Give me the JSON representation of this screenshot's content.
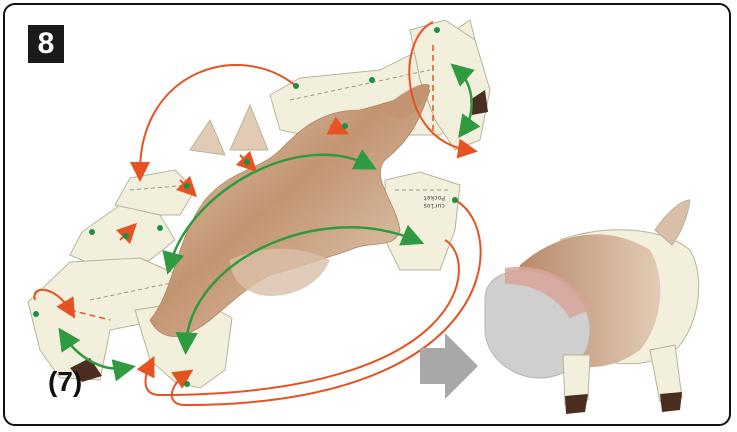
{
  "step": {
    "number": "8"
  },
  "reference": {
    "label": "(7)"
  },
  "part_label_snippet": {
    "line1": "Pocket",
    "line2": "curios"
  },
  "colors": {
    "paper": "#f2f0dc",
    "fold_line": "#b8b49a",
    "fur_brown": "#c29471",
    "fur_light": "#e6d2bd",
    "gray_panel": "#cfcfcf",
    "arrow_red": "#e65322",
    "arrow_green": "#2f9a3f",
    "dot_green": "#1f8f44",
    "hoof": "#4b2e1f"
  },
  "icons": {
    "arrow_right": "gray-right-arrow-icon"
  }
}
